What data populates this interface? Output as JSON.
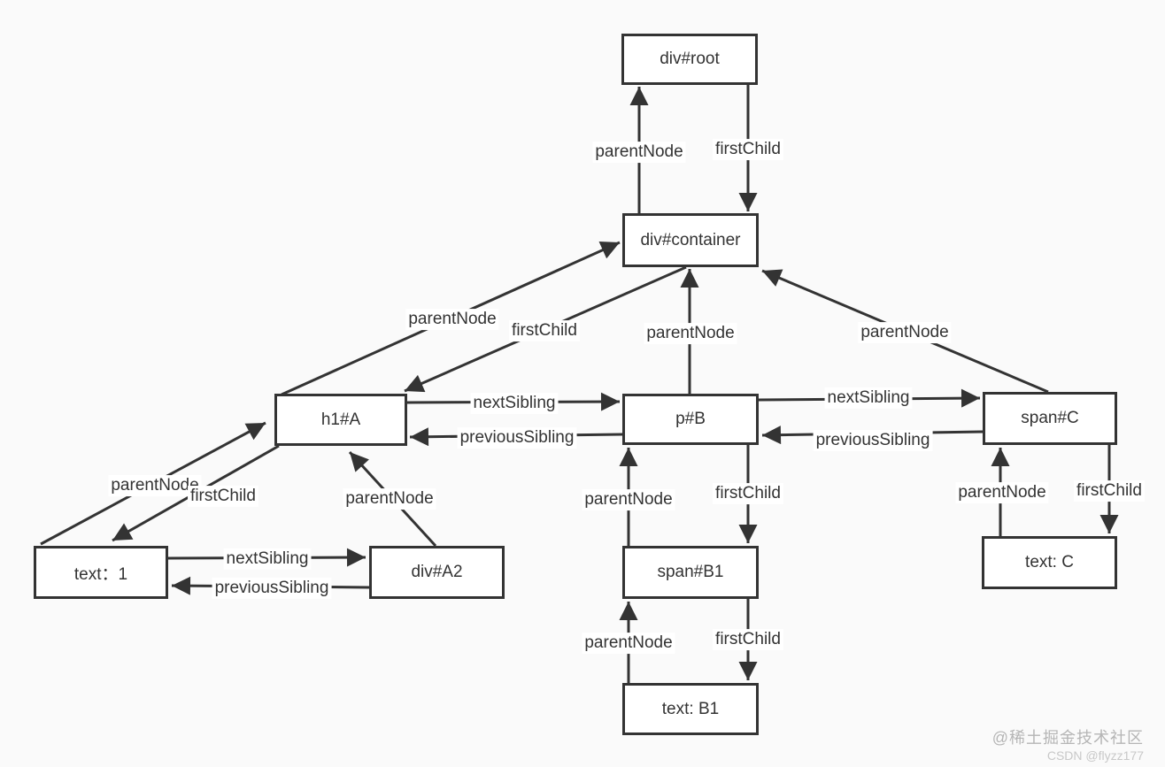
{
  "diagram": {
    "nodes": [
      {
        "id": "div-root",
        "label": "div#root"
      },
      {
        "id": "div-container",
        "label": "div#container"
      },
      {
        "id": "h1-a",
        "label": "h1#A"
      },
      {
        "id": "p-b",
        "label": "p#B"
      },
      {
        "id": "span-c",
        "label": "span#C"
      },
      {
        "id": "text-1",
        "label": "text：1"
      },
      {
        "id": "div-a2",
        "label": "div#A2"
      },
      {
        "id": "span-b1",
        "label": "span#B1"
      },
      {
        "id": "text-b1",
        "label": "text: B1"
      },
      {
        "id": "text-c",
        "label": "text: C"
      }
    ],
    "edges": [
      {
        "label": "parentNode",
        "from": "div-container",
        "to": "div-root"
      },
      {
        "label": "firstChild",
        "from": "div-root",
        "to": "div-container"
      },
      {
        "label": "parentNode",
        "from": "h1-a",
        "to": "div-container"
      },
      {
        "label": "firstChild",
        "from": "div-container",
        "to": "h1-a"
      },
      {
        "label": "parentNode",
        "from": "p-b",
        "to": "div-container"
      },
      {
        "label": "parentNode",
        "from": "span-c",
        "to": "div-container"
      },
      {
        "label": "nextSibling",
        "from": "h1-a",
        "to": "p-b"
      },
      {
        "label": "previousSibling",
        "from": "p-b",
        "to": "h1-a"
      },
      {
        "label": "nextSibling",
        "from": "p-b",
        "to": "span-c"
      },
      {
        "label": "previousSibling",
        "from": "span-c",
        "to": "p-b"
      },
      {
        "label": "parentNode",
        "from": "text-1",
        "to": "h1-a"
      },
      {
        "label": "firstChild",
        "from": "h1-a",
        "to": "text-1"
      },
      {
        "label": "parentNode",
        "from": "div-a2",
        "to": "h1-a"
      },
      {
        "label": "nextSibling",
        "from": "text-1",
        "to": "div-a2"
      },
      {
        "label": "previousSibling",
        "from": "div-a2",
        "to": "text-1"
      },
      {
        "label": "parentNode",
        "from": "span-b1",
        "to": "p-b"
      },
      {
        "label": "firstChild",
        "from": "p-b",
        "to": "span-b1"
      },
      {
        "label": "parentNode",
        "from": "text-b1",
        "to": "span-b1"
      },
      {
        "label": "firstChild",
        "from": "span-b1",
        "to": "text-b1"
      },
      {
        "label": "parentNode",
        "from": "text-c",
        "to": "span-c"
      },
      {
        "label": "firstChild",
        "from": "span-c",
        "to": "text-c"
      }
    ]
  },
  "watermark": {
    "line1": "@稀土掘金技术社区",
    "line2": "CSDN @flyzz177"
  },
  "colors": {
    "background": "#fafafa",
    "box_fill": "#ffffff",
    "box_border": "#333333",
    "line": "#333333",
    "text": "#333333",
    "watermark_primary": "#b5b5b5",
    "watermark_secondary": "#c8c8c8"
  }
}
